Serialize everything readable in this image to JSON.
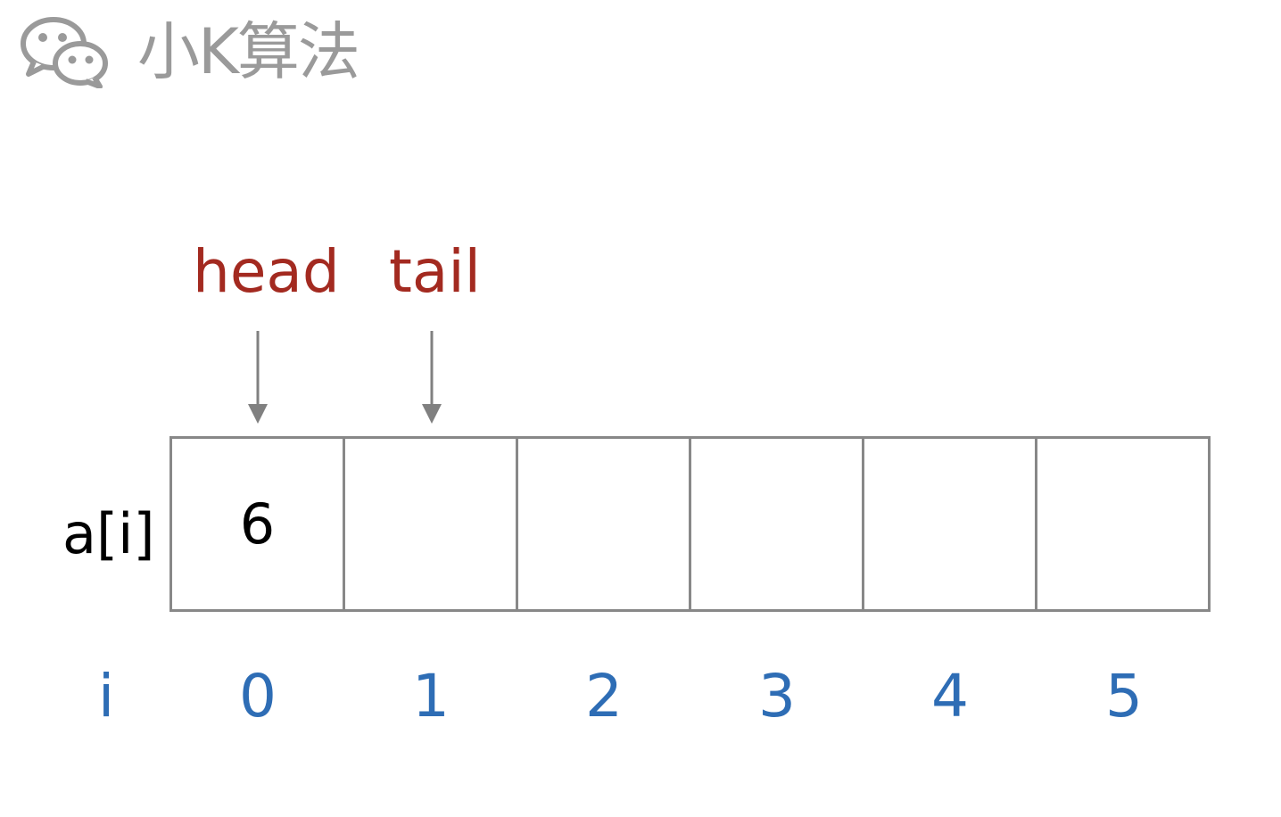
{
  "brand": {
    "name": "小K算法",
    "icon": "wechat-icon"
  },
  "pointers": {
    "head": "head",
    "tail": "tail"
  },
  "array": {
    "row_label": "a[i]",
    "cells": [
      "6",
      "",
      "",
      "",
      "",
      ""
    ],
    "index_label": "i",
    "indices": [
      "0",
      "1",
      "2",
      "3",
      "4",
      "5"
    ]
  },
  "colors": {
    "pointer_label": "#a32a20",
    "index": "#2e6db5",
    "border": "#888888",
    "brand": "#9a9a9a"
  }
}
